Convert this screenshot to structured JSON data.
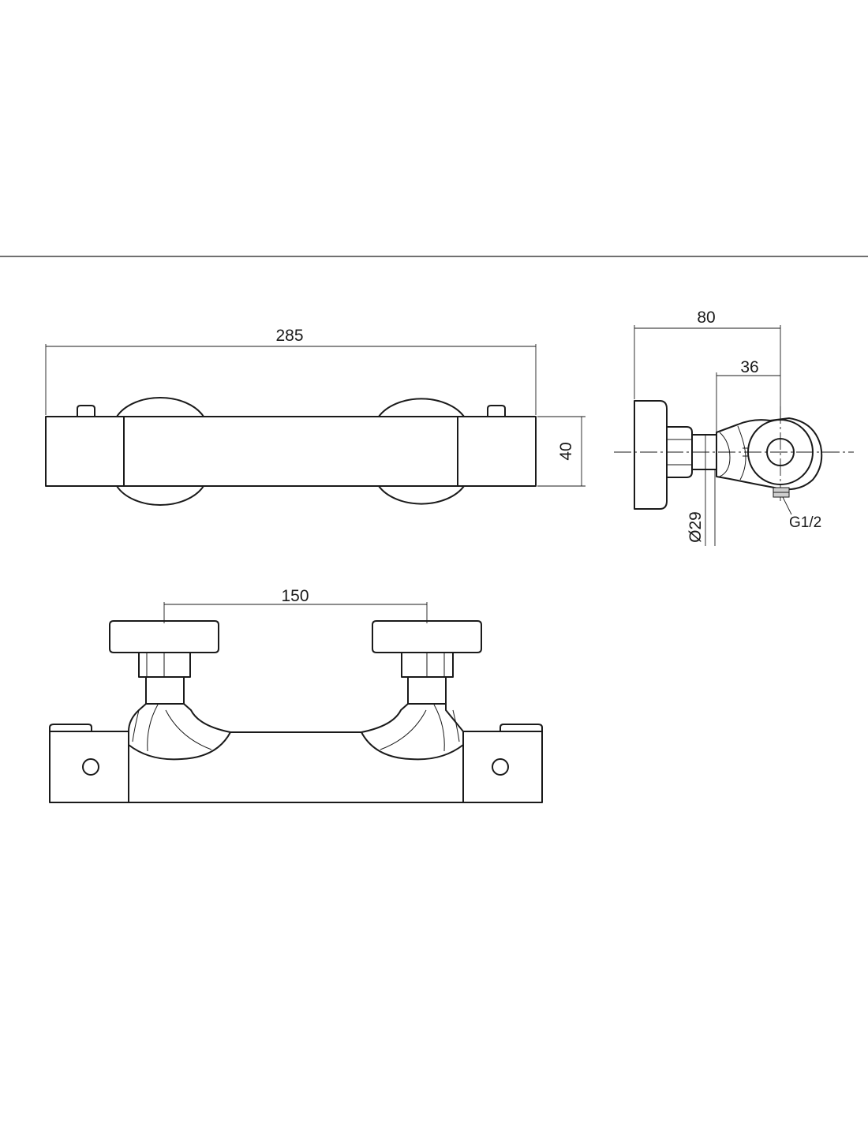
{
  "dimensions": {
    "overall_length": "285",
    "body_height": "40",
    "depth": "80",
    "offset": "36",
    "diameter": "Ø29",
    "thread": "G1/2",
    "center_distance": "150"
  }
}
